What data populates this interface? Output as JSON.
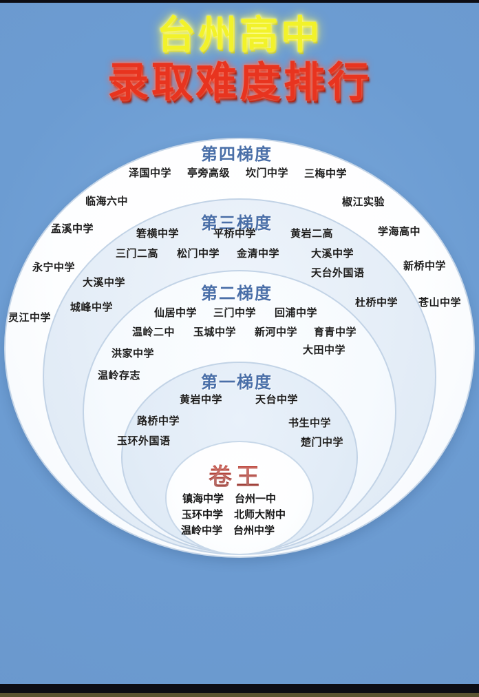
{
  "poster": {
    "title_main": "台州高中",
    "title_sub": "录取难度排行",
    "title_main_color": "#f2f22a",
    "title_sub_color": "#e8341f",
    "background_color": "#6f9ed4",
    "tier_label_color": "#4a6fa8",
    "core_label_color": "#a8200f"
  },
  "tiers": [
    {
      "id": "tier-4",
      "label": "第四梯度",
      "rank": 4,
      "inner_schools": [
        "泽国中学",
        "亭旁高级",
        "坎门中学",
        "三梅中学"
      ],
      "edge_schools": [
        "临海六中",
        "椒江实验",
        "孟溪中学",
        "永宁中学",
        "灵江中学"
      ]
    },
    {
      "id": "tier-3",
      "label": "第三梯度",
      "rank": 3,
      "inner_schools_row1": [
        "箬横中学",
        "平桥中学",
        "黄岩二高"
      ],
      "inner_schools_row2": [
        "三门二高",
        "松门中学",
        "金清中学",
        "大溪中学"
      ],
      "edge_schools": [
        "学海高中",
        "新桥中学",
        "天台外国语",
        "大溪中学",
        "城峰中学",
        "苍山中学",
        "杜桥中学"
      ]
    },
    {
      "id": "tier-2",
      "label": "第二梯度",
      "rank": 2,
      "inner_schools_row1": [
        "仙居中学",
        "三门中学",
        "回浦中学"
      ],
      "inner_schools_row2": [
        "温岭二中",
        "玉城中学",
        "新河中学",
        "育青中学"
      ],
      "edge_schools": [
        "洪家中学",
        "温岭存志",
        "大田中学"
      ]
    },
    {
      "id": "tier-1",
      "label": "第一梯度",
      "rank": 1,
      "inner_schools_row1": [
        "黄岩中学",
        "天台中学"
      ],
      "edge_schools": [
        "路桥中学",
        "玉环外国语",
        "书生中学",
        "楚门中学"
      ]
    },
    {
      "id": "core",
      "label": "卷王",
      "rank": 0,
      "rows": [
        [
          "镇海中学",
          "台州一中"
        ],
        [
          "玉环中学",
          "北师大附中"
        ],
        [
          "温岭中学",
          "台州中学"
        ]
      ]
    }
  ],
  "labels": {
    "t4_label": "第四梯度",
    "t4_s1": "泽国中学",
    "t4_s2": "亭旁高级",
    "t4_s3": "坎门中学",
    "t4_s4": "三梅中学",
    "t4_s5": "临海六中",
    "t4_s6": "椒江实验",
    "t4_s7": "孟溪中学",
    "t4_s8": "永宁中学",
    "t4_s9": "灵江中学",
    "t3_label": "第三梯度",
    "t3_s1": "箬横中学",
    "t3_s2": "平桥中学",
    "t3_s3": "黄岩二高",
    "t3_s4": "三门二高",
    "t3_s5": "松门中学",
    "t3_s6": "金清中学",
    "t3_s7": "大溪中学",
    "t3_s8": "学海高中",
    "t3_s9": "新桥中学",
    "t3_s10": "天台外国语",
    "t3_s11": "大溪中学",
    "t3_s12": "城峰中学",
    "t3_s13": "苍山中学",
    "t3_s14": "杜桥中学",
    "t2_label": "第二梯度",
    "t2_s1": "仙居中学",
    "t2_s2": "三门中学",
    "t2_s3": "回浦中学",
    "t2_s4": "温岭二中",
    "t2_s5": "玉城中学",
    "t2_s6": "新河中学",
    "t2_s7": "育青中学",
    "t2_s8": "洪家中学",
    "t2_s9": "温岭存志",
    "t2_s10": "大田中学",
    "t1_label": "第一梯度",
    "t1_s1": "黄岩中学",
    "t1_s2": "天台中学",
    "t1_s3": "路桥中学",
    "t1_s4": "玉环外国语",
    "t1_s5": "书生中学",
    "t1_s6": "楚门中学",
    "core_label": "卷王",
    "core_r1c1": "镇海中学",
    "core_r1c2": "台州一中",
    "core_r2c1": "玉环中学",
    "core_r2c2": "北师大附中",
    "core_r3c1": "温岭中学",
    "core_r3c2": "台州中学"
  }
}
